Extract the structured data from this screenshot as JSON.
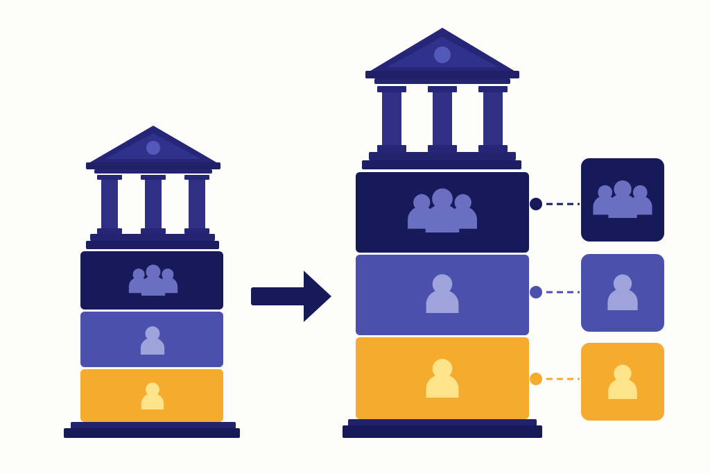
{
  "diagram": {
    "left_tower": {
      "tiers": [
        {
          "role": "group",
          "icon": "group-icon"
        },
        {
          "role": "individual",
          "icon": "person-icon"
        },
        {
          "role": "individual",
          "icon": "person-icon"
        }
      ]
    },
    "arrow": {
      "icon": "arrow-right-icon"
    },
    "right_tower": {
      "tiers": [
        {
          "role": "group",
          "icon": "group-icon"
        },
        {
          "role": "individual",
          "icon": "person-icon"
        },
        {
          "role": "individual",
          "icon": "person-icon"
        }
      ]
    },
    "side_cards": [
      {
        "icon": "group-icon"
      },
      {
        "icon": "person-icon"
      },
      {
        "icon": "person-icon"
      }
    ]
  },
  "colors": {
    "background": "#fdfdfb",
    "navy": "#171a59",
    "navy_column": "#2f2f85",
    "purple": "#4b50ad",
    "purple_icon": "#9fa3dc",
    "gold": "#f5ab2d",
    "gold_icon": "#fde48a",
    "group_icon": "#6a6fc2"
  }
}
